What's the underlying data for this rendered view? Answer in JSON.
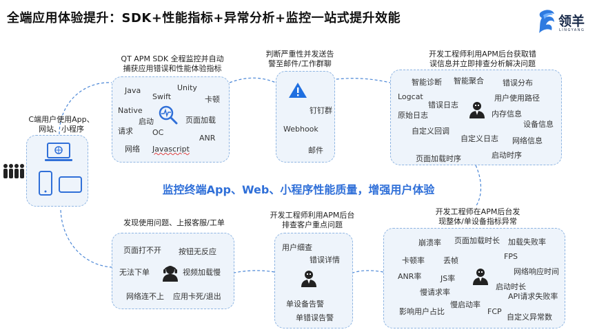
{
  "title": "全端应用体验提升：SDK+性能指标+异常分析+监控一站式提升效能",
  "logo": {
    "brand": "领羊",
    "sub": "LINGYANG",
    "color": "#1a2b4a"
  },
  "slogan": "监控终端App、Web、小程序性能质量，增强用户体验",
  "colors": {
    "accent": "#2f6fd8",
    "box_bg": "#eef4fb",
    "box_border": "#8db4e2",
    "warn": "#1f6fe0"
  },
  "users": {
    "caption": [
      "C端用户使用App、",
      "网站、小程序"
    ],
    "icon": "people-icon"
  },
  "sdk": {
    "caption": [
      "QT APM SDK 全程监控并自动",
      "捕获应用错误和性能体验指标"
    ],
    "keywords": [
      "Java",
      "Swift",
      "Unity",
      "卡顿",
      "Native",
      "启动",
      "页面加载",
      "请求",
      "OC",
      "ANR",
      "网络",
      "Javascript"
    ],
    "icon": "magnifier-icon"
  },
  "alert": {
    "caption": [
      "判断严重性并发送告",
      "警至邮件/工作群聊"
    ],
    "keywords": [
      "钉钉群",
      "Webhook",
      "邮件"
    ],
    "icon": "warning-icon"
  },
  "diagnose": {
    "caption": [
      "开发工程师利用APM后台获取错",
      "误信息并立即排查分析解决问题"
    ],
    "keywords": [
      "智能诊断",
      "智能聚合",
      "错误分布",
      "Logcat",
      "用户使用路径",
      "错误日志",
      "原始日志",
      "内存信息",
      "设备信息",
      "自定义回调",
      "自定义日志",
      "网络信息",
      "页面加载时序",
      "启动时序"
    ],
    "icon": "engineer-icon"
  },
  "metrics": {
    "caption": [
      "开发工程师在APM后台发",
      "现整体/单设备指标异常"
    ],
    "keywords": [
      "崩溃率",
      "页面加载时长",
      "加载失败率",
      "卡顿率",
      "丢帧",
      "FPS",
      "ANR率",
      "JS率",
      "网络响应时间",
      "慢请求率",
      "启动时长",
      "API请求失败率",
      "影响用户占比",
      "慢启动率",
      "FCP",
      "自定义异常数"
    ],
    "icon": "engineer-icon"
  },
  "customer": {
    "caption": [
      "开发工程师利用APM后台",
      "排查客户重点问题"
    ],
    "keywords": [
      "用户细查",
      "错误详情",
      "单设备告警",
      "单错误告警"
    ],
    "icon": "engineer-icon"
  },
  "feedback": {
    "caption": [
      "发现使用问题、上报客服/工单"
    ],
    "keywords": [
      "页面打不开",
      "按钮无反应",
      "无法下单",
      "视频加载慢",
      "网络连不上",
      "应用卡死/退出"
    ],
    "icon": "headset-icon"
  }
}
